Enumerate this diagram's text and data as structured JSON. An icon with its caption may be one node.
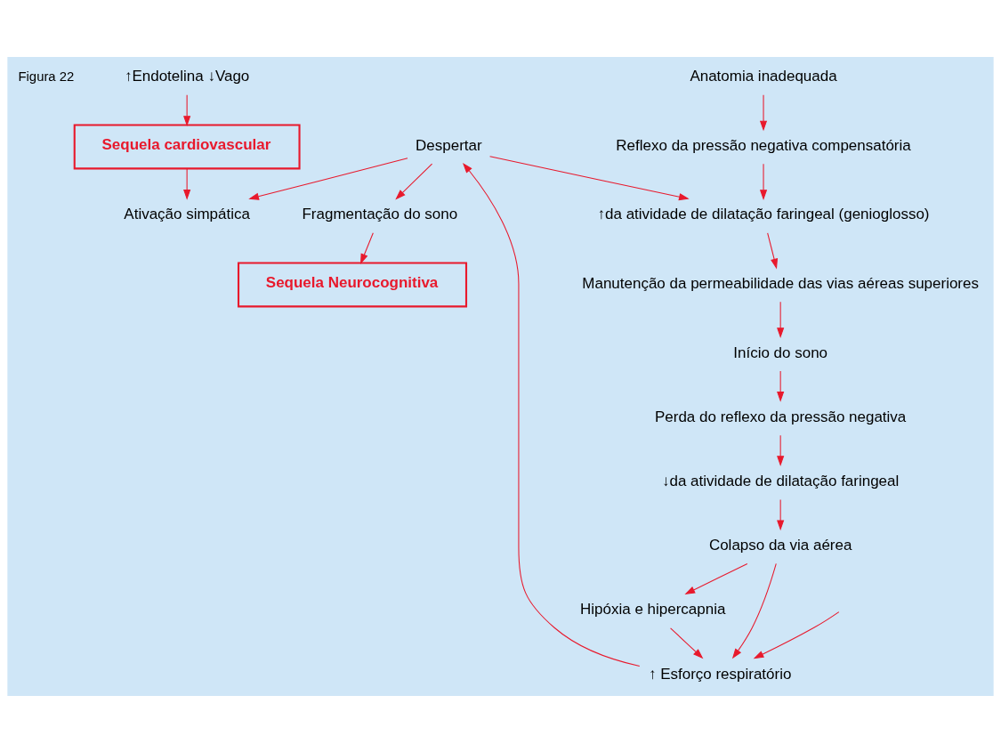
{
  "diagram": {
    "nodes": [
      {
        "text": [
          "↑Endotelina ↓Vago"
        ]
      },
      {
        "text": [
          "Sequela cardiovascular"
        ]
      },
      {
        "text": [
          "Ativação simpática"
        ]
      },
      {
        "text": [
          "Anatomia inadequada"
        ]
      },
      {
        "text": [
          "Reflexo da pressão negativa compensatória"
        ]
      },
      {
        "text": [
          "↑da atividade de dilatação faringeal (genioglosso)"
        ]
      },
      {
        "text": [
          "Manutenção da permeabilidade das vias aéreas superiores"
        ]
      },
      {
        "text": [
          "Início do sono"
        ]
      },
      {
        "text": [
          "Perda do reflexo da pressão negativa"
        ]
      },
      {
        "text": [
          "↓da atividade de dilatação faringeal"
        ]
      },
      {
        "text": [
          "Colapso da via aérea"
        ]
      },
      {
        "text": [
          "Hipóxia e hipercapnia"
        ]
      },
      {
        "text": [
          "↑ Esforço respiratório"
        ]
      },
      {
        "text": [
          "Despertar"
        ]
      },
      {
        "text": [
          "Fragmentação do sono"
        ]
      },
      {
        "text": [
          "Sequela Neurocognitiva"
        ]
      }
    ],
    "edges": [
      {
        "from": 0,
        "to": 1,
        "arrow": "to"
      },
      {
        "from": 1,
        "to": 2,
        "arrow": "to"
      },
      {
        "from": 13,
        "to": 2,
        "arrow": "to"
      },
      {
        "from": 3,
        "to": 4,
        "arrow": "to"
      },
      {
        "from": 4,
        "to": 5,
        "arrow": "to"
      },
      {
        "from": 5,
        "to": 6,
        "arrow": "to"
      },
      {
        "from": 6,
        "to": 7,
        "arrow": "to"
      },
      {
        "from": 7,
        "to": 8,
        "arrow": "to"
      },
      {
        "from": 8,
        "to": 9,
        "arrow": "to"
      },
      {
        "from": 9,
        "to": 10,
        "arrow": "to"
      },
      {
        "from": 10,
        "to": 12,
        "arrow": "to"
      },
      {
        "from": 10,
        "to": 11,
        "arrow": "to"
      },
      {
        "from": 11,
        "to": 12,
        "arrow": "to"
      },
      {
        "from": null,
        "to": 12,
        "arrow": "to"
      },
      {
        "from": 12,
        "to": 13,
        "arrow": "to"
      },
      {
        "from": 13,
        "to": 5,
        "arrow": "to"
      },
      {
        "from": 13,
        "to": 14,
        "arrow": "to"
      },
      {
        "from": 14,
        "to": 15,
        "arrow": "to"
      }
    ],
    "labels": [
      "Figura 22"
    ]
  }
}
